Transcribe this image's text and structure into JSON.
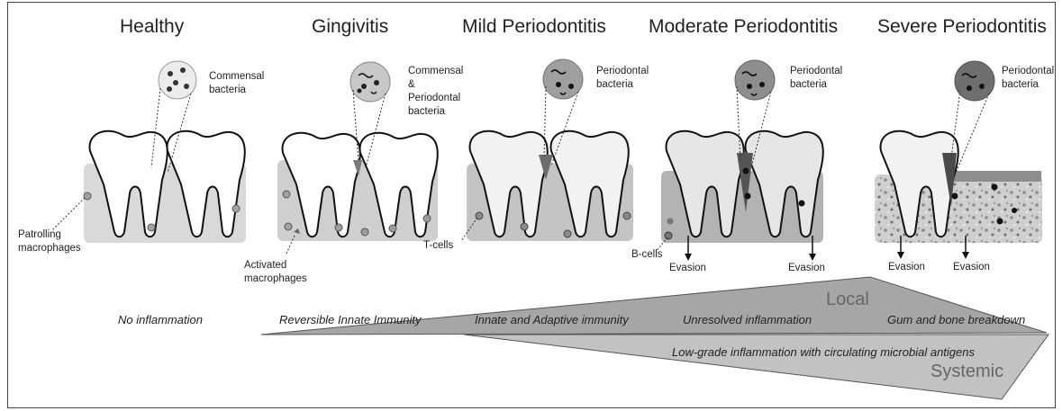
{
  "stages": [
    {
      "title": "Healthy",
      "bubble_label": "Commensal\nbacteria"
    },
    {
      "title": "Gingivitis",
      "bubble_label": "Commensal\n&\nPeriodontal\nbacteria"
    },
    {
      "title": "Mild Periodontitis",
      "bubble_label": "Periodontal\nbacteria"
    },
    {
      "title": "Moderate Periodontitis",
      "bubble_label": "Periodontal\nbacteria"
    },
    {
      "title": "Severe Periodontitis",
      "bubble_label": "Periodontal\nbacteria"
    }
  ],
  "cell_labels": {
    "patrolling": "Patrolling\nmacrophages",
    "activated": "Activated\nmacrophages",
    "tcells": "T-cells",
    "bcells": "B-cells",
    "evasion": "Evasion"
  },
  "phases": {
    "no_inflammation": "No inflammation",
    "reversible": "Reversible Innate Immunity",
    "innate_adaptive": "Innate and Adaptive immunity",
    "unresolved": "Unresolved inflammation",
    "gum_bone": "Gum and bone breakdown",
    "low_grade": "Low-grade inflammation with circulating microbial antigens",
    "local": "Local",
    "systemic": "Systemic"
  },
  "colors": {
    "gum_light": "#d9d9d9",
    "gum_mid": "#bdbdbd",
    "gum_dark": "#8c8c8c",
    "tooth_fill": "#ffffff",
    "local_wedge": "#a6a6a6",
    "systemic_wedge": "#bfbfbf"
  }
}
